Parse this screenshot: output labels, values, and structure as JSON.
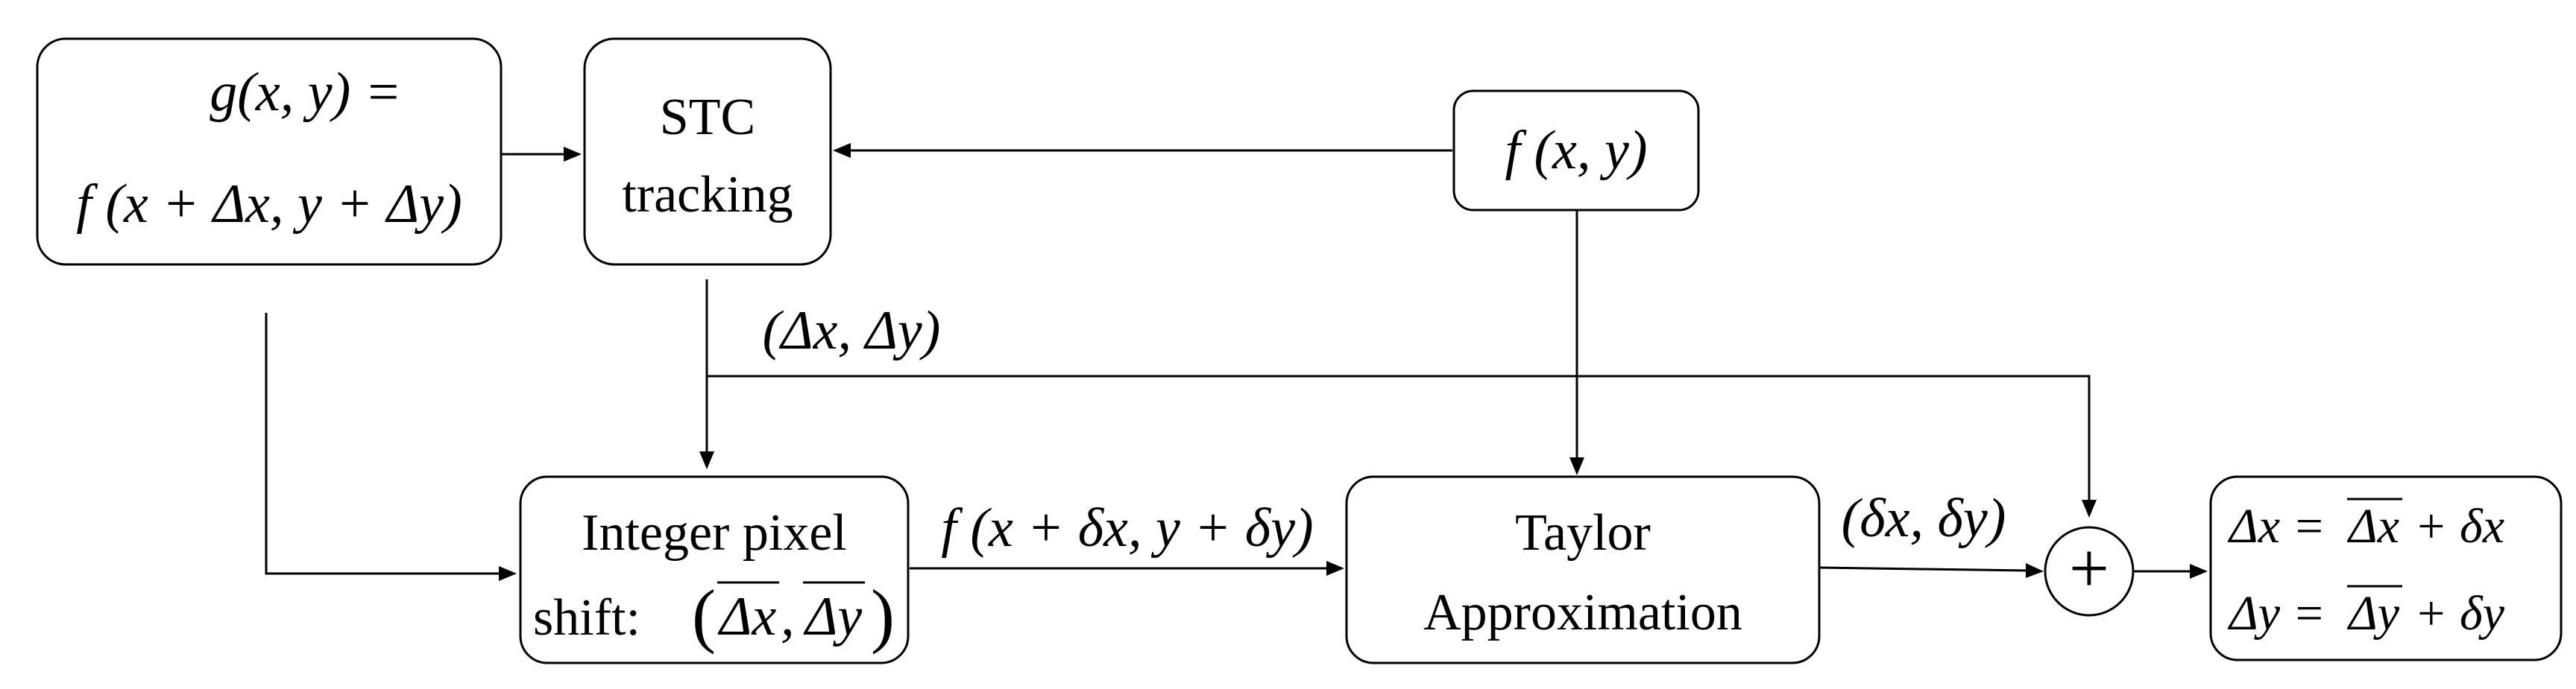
{
  "boxes": {
    "input_g": {
      "line1": "g(x, y) =",
      "line2": "f (x + Δx, y + Δy)"
    },
    "stc": {
      "line1": "STC",
      "line2": "tracking"
    },
    "reference_f": {
      "label": "f (x, y)"
    },
    "integer_shift": {
      "line1": "Integer pixel",
      "line2": "shift:"
    },
    "taylor": {
      "line1": "Taylor",
      "line2": "Approximation"
    },
    "result": {
      "line1_lhs": "Δx =",
      "line2_lhs": "Δy ="
    }
  },
  "edge_labels": {
    "coarse_disp": "(Δx, Δy)",
    "shifted_image": "f (x + δx, y + δy)",
    "subpixel_disp": "(δx, δy)"
  },
  "symbols": {
    "sum": "+",
    "dx_bar": "Δx",
    "dy_bar": "Δy",
    "plus_delta_x": "+ δx",
    "plus_delta_y": "+ δy"
  }
}
